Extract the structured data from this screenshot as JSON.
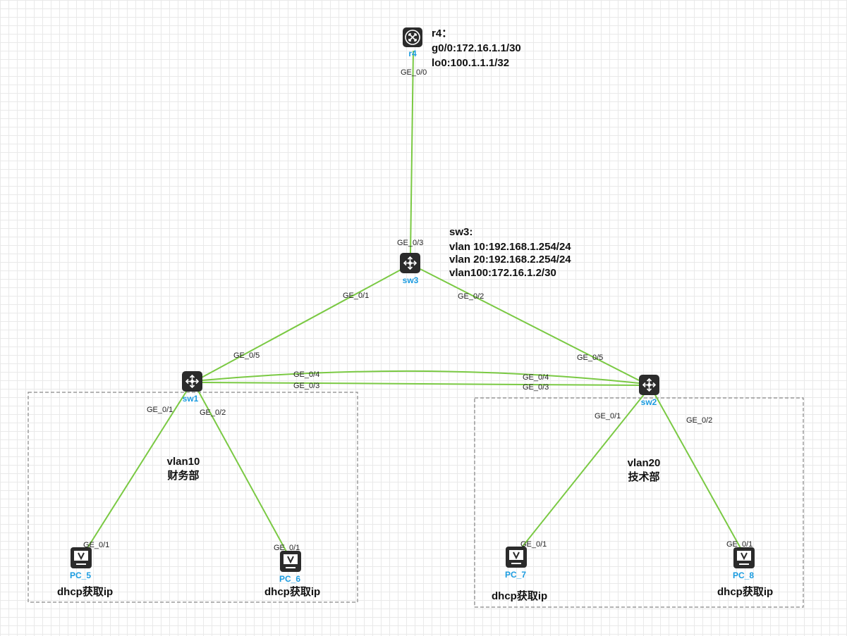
{
  "devices": {
    "r4": {
      "name": "r4",
      "kind": "router"
    },
    "sw3": {
      "name": "sw3",
      "kind": "switch"
    },
    "sw1": {
      "name": "sw1",
      "kind": "switch"
    },
    "sw2": {
      "name": "sw2",
      "kind": "switch"
    },
    "pc5": {
      "name": "PC_5",
      "kind": "pc"
    },
    "pc6": {
      "name": "PC_6",
      "kind": "pc"
    },
    "pc7": {
      "name": "PC_7",
      "kind": "pc"
    },
    "pc8": {
      "name": "PC_8",
      "kind": "pc"
    }
  },
  "notes": {
    "r4": [
      "r4：",
      "g0/0:172.16.1.1/30",
      "lo0:100.1.1.1/32"
    ],
    "sw3": [
      "sw3:",
      "vlan 10:192.168.1.254/24",
      "vlan 20:192.168.2.254/24",
      "vlan100:172.16.1.2/30"
    ]
  },
  "ports": {
    "r4_sw3_a": "GE_0/0",
    "r4_sw3_b": "GE_0/3",
    "sw3_sw1_a": "GE_0/1",
    "sw3_sw1_b": "GE_0/5",
    "sw3_sw2_a": "GE_0/2",
    "sw3_sw2_b": "GE_0/5",
    "sw1_sw2_4a": "GE_0/4",
    "sw1_sw2_4b": "GE_0/4",
    "sw1_sw2_3a": "GE_0/3",
    "sw1_sw2_3b": "GE_0/3",
    "sw1_pc5_a": "GE_0/1",
    "sw1_pc5_b": "GE_0/1",
    "sw1_pc6_a": "GE_0/2",
    "sw1_pc6_b": "GE_0/1",
    "sw2_pc7_a": "GE_0/1",
    "sw2_pc7_b": "GE_0/1",
    "sw2_pc8_a": "GE_0/2",
    "sw2_pc8_b": "GE_0/1"
  },
  "vlans": {
    "left": {
      "id": "vlan10",
      "dept": "财务部"
    },
    "right": {
      "id": "vlan20",
      "dept": "技术部"
    }
  },
  "pc_notes": {
    "pc5": "dhcp获取ip",
    "pc6": "dhcp获取ip",
    "pc7": "dhcp获取ip",
    "pc8": "dhcp获取ip"
  },
  "colors": {
    "link": "#7ac943",
    "device_label": "#1a9be0",
    "device_body": "#2b2b2b",
    "box_border": "#888888"
  },
  "icons": {
    "router": "router-icon",
    "switch": "switch-icon",
    "pc": "pc-monitor-icon"
  }
}
